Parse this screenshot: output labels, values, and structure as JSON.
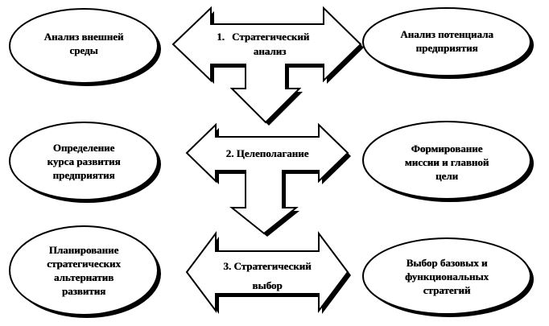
{
  "diagram": {
    "stages": [
      {
        "number": "1.",
        "title": "Стратегический",
        "title_line2": "анализ"
      },
      {
        "title": "2. Целеполагание"
      },
      {
        "title": "3. Стратегический",
        "title_line2": "выбор"
      }
    ],
    "left_nodes": [
      {
        "text": "Анализ внешней\nсреды"
      },
      {
        "text": "Определение\nкурса развития\nпредприятия"
      },
      {
        "text": "Планирование\nстратегических\nальтернатив\nразвития"
      }
    ],
    "right_nodes": [
      {
        "text": "Анализ потенциала\nпредприятия"
      },
      {
        "text": "Формирование\nмиссии и главной\nцели"
      },
      {
        "text": "Выбор базовых и\nфункциональных\nстратегий"
      }
    ]
  }
}
